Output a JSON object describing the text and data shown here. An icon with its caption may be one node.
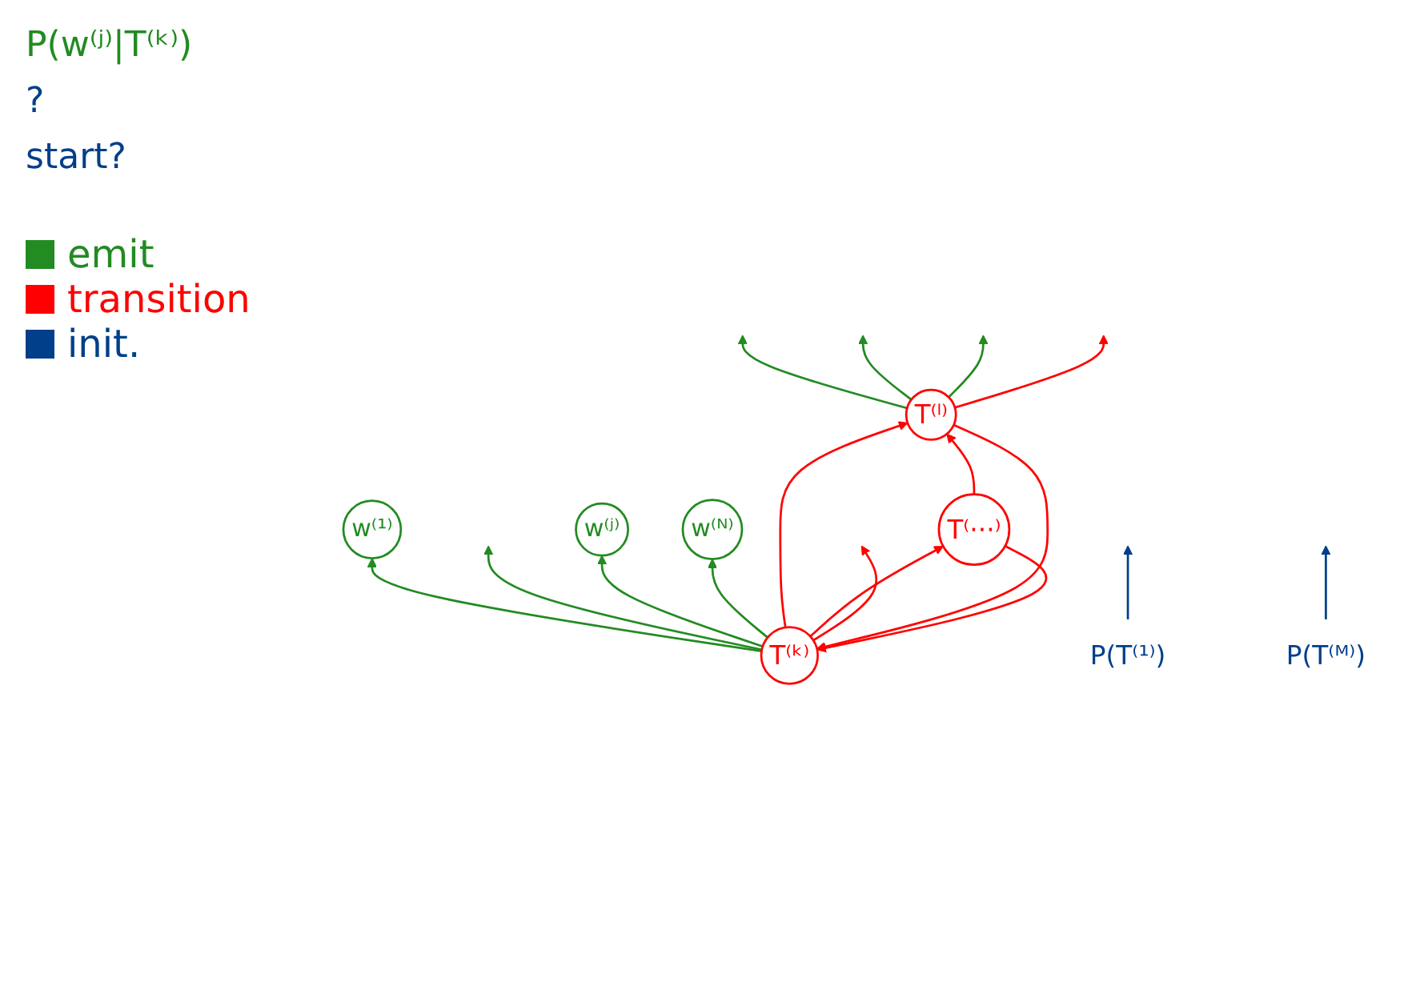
{
  "diagram": {
    "nodes": [
      {
        "text": [
          "w⁽¹⁾"
        ]
      },
      {
        "text": [
          "w⁽ʲ⁾"
        ]
      },
      {
        "text": [
          "w⁽ᴺ⁾"
        ]
      },
      {
        "text": [
          "T⁽ᵏ⁾"
        ]
      },
      {
        "text": [
          "T⁽ˡ⁾"
        ]
      },
      {
        "text": [
          "T⁽···⁾"
        ]
      },
      {
        "text": [
          "P(T⁽¹⁾)"
        ]
      },
      {
        "text": [
          "P(T⁽ᴹ⁾)"
        ]
      }
    ],
    "edges": [
      {
        "from": 3,
        "to": 0,
        "arrow": "to"
      },
      {
        "from": 3,
        "to": null,
        "arrow": "to"
      },
      {
        "from": 3,
        "to": 1,
        "arrow": "to"
      },
      {
        "from": 3,
        "to": 2,
        "arrow": "to"
      },
      {
        "from": 4,
        "to": null,
        "arrow": "to"
      },
      {
        "from": 4,
        "to": null,
        "arrow": "to"
      },
      {
        "from": 4,
        "to": null,
        "arrow": "to"
      },
      {
        "from": 4,
        "to": null,
        "arrow": "to",
        "color": "#ff0000"
      },
      {
        "from": 3,
        "to": 4,
        "arrow": "to",
        "color": "#ff0000"
      },
      {
        "from": 4,
        "to": 3,
        "arrow": "to",
        "color": "#ff0000"
      },
      {
        "from": 5,
        "to": 4,
        "arrow": "to",
        "color": "#ff0000"
      },
      {
        "from": 3,
        "to": 5,
        "arrow": "to",
        "color": "#ff0000"
      },
      {
        "from": 5,
        "to": 3,
        "arrow": "to",
        "color": "#ff0000"
      },
      {
        "from": 3,
        "to": null,
        "arrow": "to",
        "color": "#ff0000"
      },
      {
        "from": 6,
        "to": null,
        "arrow": "to",
        "color": "#003f8a"
      },
      {
        "from": 7,
        "to": null,
        "arrow": "to",
        "color": "#003f8a"
      }
    ],
    "labels": [
      "P(w⁽ʲ⁾|T⁽ᵏ⁾)",
      "?",
      "start?"
    ],
    "legend": [
      {
        "text": "emit",
        "color": "#228b22"
      },
      {
        "text": "transition",
        "color": "#ff0000"
      },
      {
        "text": "init.",
        "color": "#003f8a"
      }
    ]
  }
}
